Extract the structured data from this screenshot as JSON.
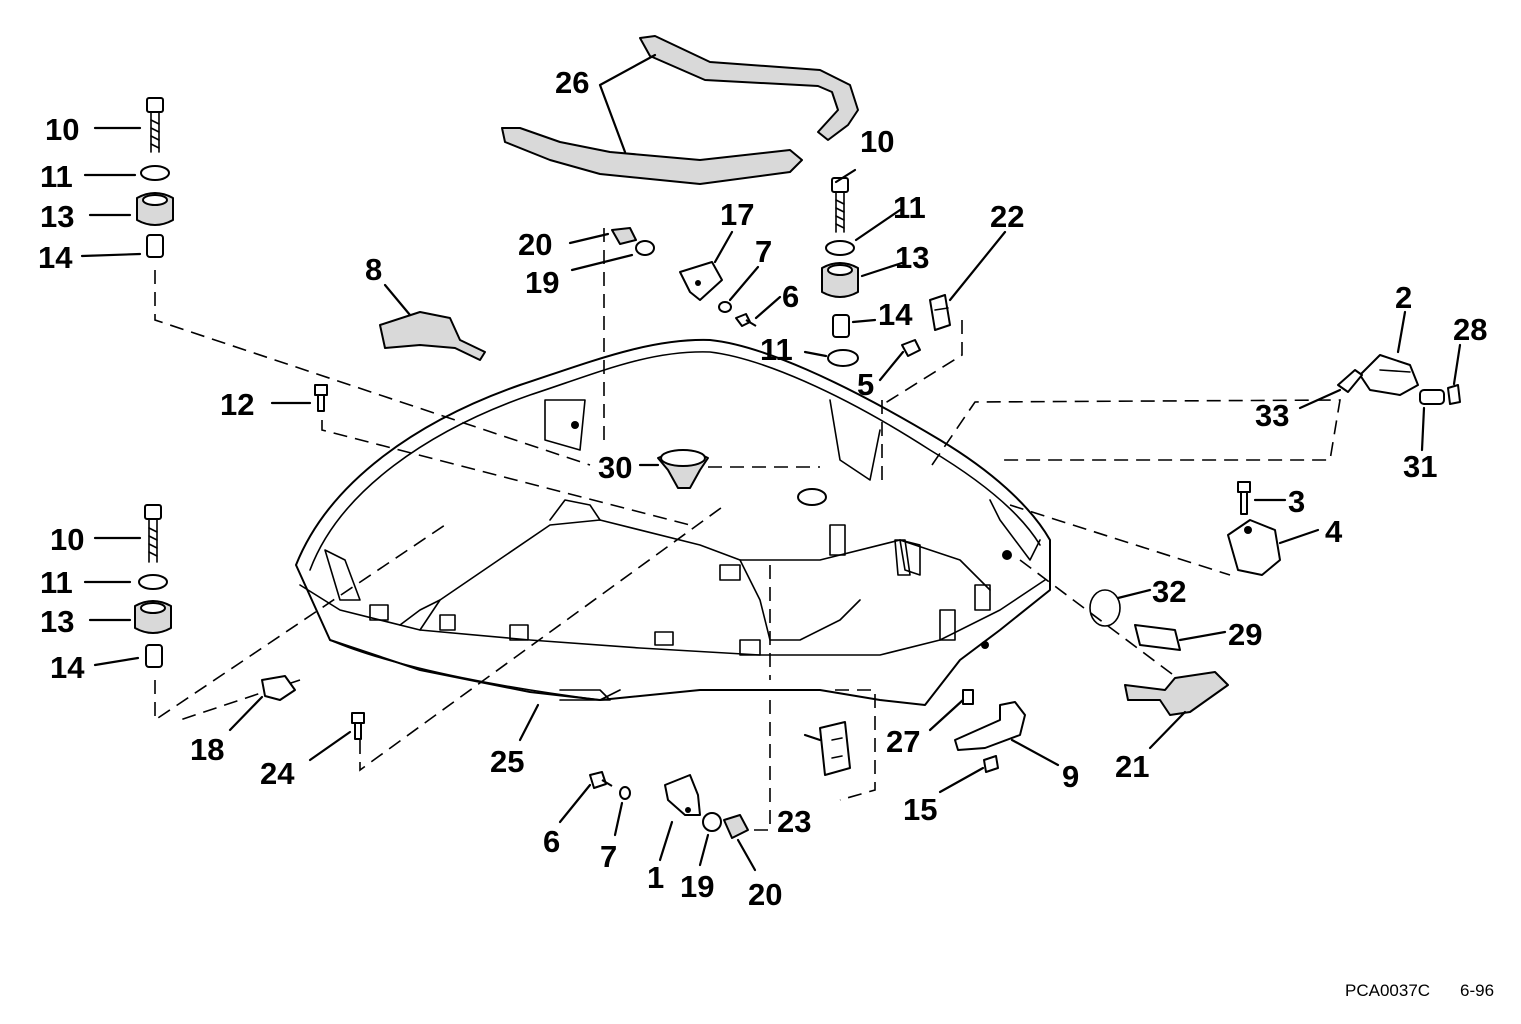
{
  "footer": {
    "code": "PCA0037C",
    "date": "6-96"
  },
  "callouts": {
    "c1": "1",
    "c2": "2",
    "c3": "3",
    "c4": "4",
    "c5": "5",
    "c6a": "6",
    "c6b": "6",
    "c7a": "7",
    "c7b": "7",
    "c8": "8",
    "c9": "9",
    "c10a": "10",
    "c10b": "10",
    "c10c": "10",
    "c11a": "11",
    "c11b": "11",
    "c11c": "11",
    "c11d": "11",
    "c12": "12",
    "c13a": "13",
    "c13b": "13",
    "c13c": "13",
    "c14a": "14",
    "c14b": "14",
    "c14c": "14",
    "c15": "15",
    "c17": "17",
    "c18": "18",
    "c19a": "19",
    "c19b": "19",
    "c20a": "20",
    "c20b": "20",
    "c21": "21",
    "c22": "22",
    "c23": "23",
    "c24": "24",
    "c25": "25",
    "c26": "26",
    "c27": "27",
    "c28": "28",
    "c29": "29",
    "c30": "30",
    "c31": "31",
    "c32": "32",
    "c33": "33"
  }
}
